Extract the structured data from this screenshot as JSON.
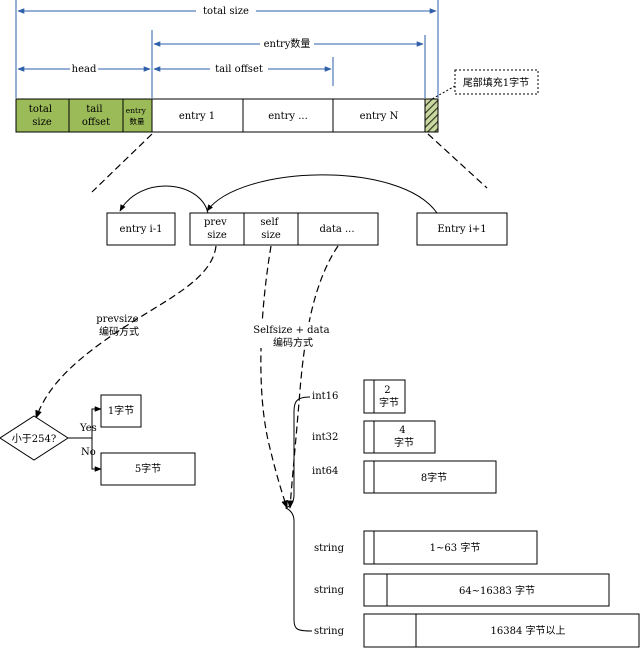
{
  "dimensions": {
    "total_size": "total size",
    "entry_count": "entry数量",
    "head": "head",
    "tail_offset": "tail offset",
    "padding_note": "尾部填充1字节"
  },
  "layout_bar": {
    "total_size": [
      "total",
      "size"
    ],
    "tail_offset": [
      "tail",
      "offset"
    ],
    "entry_count": [
      "entry",
      "数量"
    ],
    "entry_1": "entry 1",
    "entry_dots": "entry ...",
    "entry_n": "entry N"
  },
  "entry_row": {
    "prev_entry": "entry i-1",
    "prev_size": [
      "prev",
      "size"
    ],
    "self_size": [
      "self",
      "size"
    ],
    "data": "data ...",
    "next_entry": "Entry i+1"
  },
  "prevsize_encoding": {
    "caption": [
      "prevsize",
      "编码方式"
    ],
    "condition": "小于254?",
    "yes": "Yes",
    "no": "No",
    "yes_result": "1字节",
    "no_result": "5字节"
  },
  "selfsize_encoding": {
    "caption": [
      "Selfsize + data",
      "编码方式"
    ],
    "rows": [
      {
        "type": "int16",
        "size": [
          "2",
          "字节"
        ]
      },
      {
        "type": "int32",
        "size": [
          "4",
          "字节"
        ]
      },
      {
        "type": "int64",
        "size": [
          "8字节"
        ]
      },
      {
        "type": "string",
        "size": [
          "1~63 字节"
        ]
      },
      {
        "type": "string",
        "size": [
          "64~16383 字节"
        ]
      },
      {
        "type": "string",
        "size": [
          "16384 字节以上"
        ]
      }
    ]
  },
  "colors": {
    "field_fill": "#9bbb59",
    "dimension_line": "#2e5fa8",
    "outline": "#000000"
  }
}
